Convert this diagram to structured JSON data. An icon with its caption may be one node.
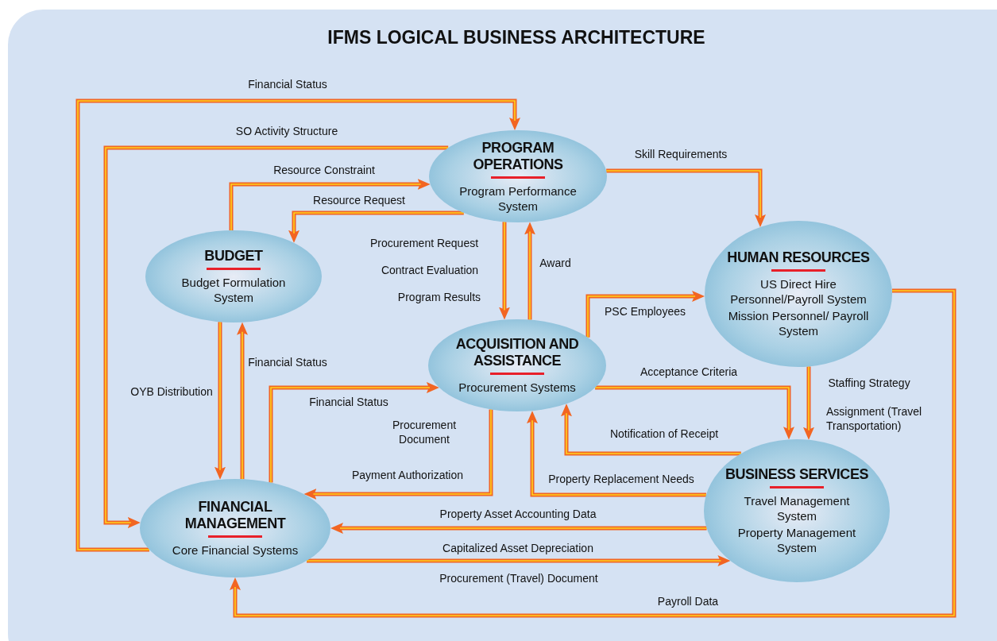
{
  "diagram": {
    "title": "IFMS LOGICAL BUSINESS ARCHITECTURE",
    "nodes": [
      {
        "text": [
          "PROGRAM OPERATIONS",
          "Program Performance System"
        ]
      },
      {
        "text": [
          "BUDGET",
          "Budget Formulation System"
        ]
      },
      {
        "text": [
          "HUMAN RESOURCES",
          "US Direct Hire Personnel/Payroll System",
          "Mission Personnel/ Payroll System"
        ]
      },
      {
        "text": [
          "ACQUISITION AND ASSISTANCE",
          "Procurement Systems"
        ]
      },
      {
        "text": [
          "BUSINESS SERVICES",
          "Travel Management System",
          "Property Management System"
        ]
      },
      {
        "text": [
          "FINANCIAL MANAGEMENT",
          "Core Financial Systems"
        ]
      }
    ],
    "edges": [
      {
        "from": 5,
        "to": 0,
        "arrow": "to",
        "label": "Financial Status"
      },
      {
        "from": 0,
        "to": 5,
        "arrow": "to",
        "label": "SO Activity Structure"
      },
      {
        "from": 1,
        "to": 0,
        "arrow": "to",
        "label": "Resource Constraint"
      },
      {
        "from": 0,
        "to": 1,
        "arrow": "to",
        "label": "Resource Request"
      },
      {
        "from": 0,
        "to": 3,
        "arrow": "to",
        "label": "Procurement Request"
      },
      {
        "from": 3,
        "to": 0,
        "arrow": "to",
        "label": "Award"
      },
      {
        "from": 1,
        "to": 5,
        "arrow": "to",
        "label": "OYB Distribution"
      },
      {
        "from": 5,
        "to": 1,
        "arrow": "to",
        "label": "Financial Status"
      },
      {
        "from": 5,
        "to": 3,
        "arrow": "to",
        "label": "Financial Status"
      },
      {
        "from": 3,
        "to": 5,
        "arrow": "to",
        "label": "Payment Authorization"
      },
      {
        "from": 3,
        "to": 2,
        "arrow": "to",
        "label": "PSC Employees"
      },
      {
        "from": 0,
        "to": 2,
        "arrow": "to",
        "label": "Skill Requirements"
      },
      {
        "from": 3,
        "to": 4,
        "arrow": "to",
        "label": "Acceptance Criteria"
      },
      {
        "from": 2,
        "to": 4,
        "arrow": "to",
        "label": "Staffing Strategy"
      },
      {
        "from": 4,
        "to": 3,
        "arrow": "to",
        "label": "Notification of Receipt"
      },
      {
        "from": 4,
        "to": 3,
        "arrow": "to",
        "label": "Property Replacement Needs"
      },
      {
        "from": 4,
        "to": 5,
        "arrow": "to",
        "label": "Property Asset Accounting Data"
      },
      {
        "from": 5,
        "to": 4,
        "arrow": "to",
        "label": "Capitalized Asset Depreciation"
      },
      {
        "from": 2,
        "to": 5,
        "arrow": "to",
        "label": "Payroll Data"
      }
    ],
    "labels": [
      "Contract Evaluation",
      "Program Results",
      "Procurement Document",
      "Assignment (Travel Transportation)",
      "Procurement (Travel) Document"
    ]
  }
}
